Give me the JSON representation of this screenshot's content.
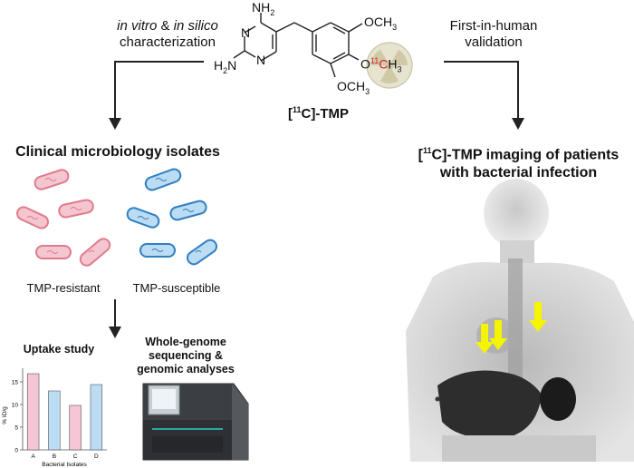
{
  "top_left_label_italic_1": "in vitro",
  "top_left_label_amp": " & ",
  "top_left_label_italic_2": "in silico",
  "top_left_label_line2": "characterization",
  "top_right_label_line1": "First-in-human",
  "top_right_label_line2": "validation",
  "molecule": {
    "nh2_top": "NH",
    "nh2_top_sub": "2",
    "h2n_left": "H",
    "h2n_left_sub": "2",
    "h2n_left_n": "N",
    "n1": "N",
    "n2": "N",
    "och3_top": "OCH",
    "och3_top_sub": "3",
    "o_label": "O",
    "c11_sup": "11",
    "c11": "C",
    "c11_h": "H",
    "c11_sub": "3",
    "och3_bottom": "OCH",
    "och3_bottom_sub": "3",
    "name_bracket_open": "[",
    "name_sup": "11",
    "name_rest": "C]-TMP"
  },
  "clinical_isolates_title": "Clinical microbiology isolates",
  "resistant_label": "TMP-resistant",
  "susceptible_label": "TMP-susceptible",
  "uptake_title": "Uptake study",
  "wgs_title_lines": [
    "Whole-genome",
    "sequencing &",
    "genomic analyses"
  ],
  "imaging_title_line1_bracket": "[",
  "imaging_title_line1_sup": "11",
  "imaging_title_line1_rest": "C]-TMP imaging of patients",
  "imaging_title_line2": "with bacterial infection",
  "colors": {
    "resistant_pink": "#e07b8c",
    "resistant_fill": "#f4c6cf",
    "susceptible_blue": "#2f7fc1",
    "susceptible_fill": "#bcdcf4",
    "arrow_yellow": "#f5f500",
    "c11_red": "#e0202a"
  },
  "chart_data": {
    "type": "bar",
    "categories": [
      "A",
      "B",
      "C",
      "D"
    ],
    "values": [
      16.8,
      13,
      9.8,
      14.4
    ],
    "bar_colors": [
      "#f4c6d6",
      "#bcdcf4",
      "#f4c6d6",
      "#bcdcf4"
    ],
    "ylabel": "% ID/g",
    "xlabel": "Bacterial Isolates",
    "yticks": [
      0,
      5,
      10,
      15
    ],
    "ylim": [
      0,
      18
    ]
  }
}
